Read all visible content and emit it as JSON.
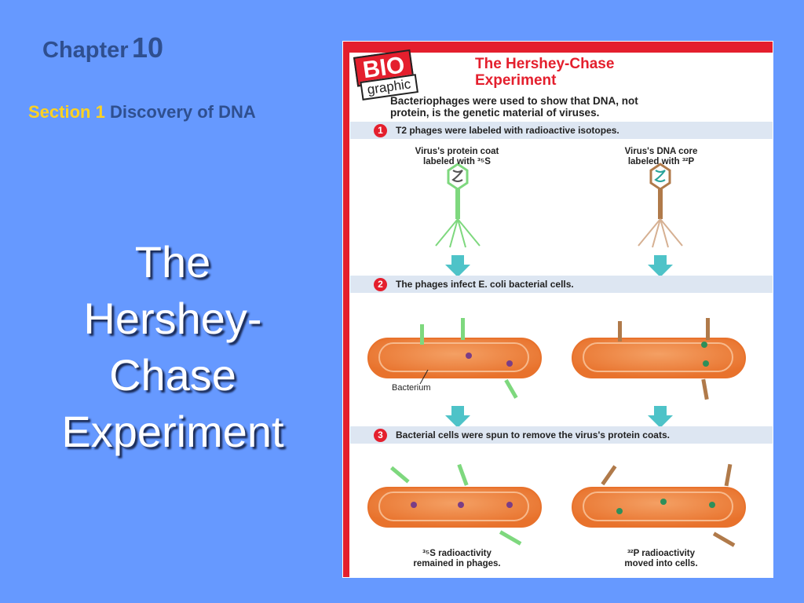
{
  "slide": {
    "chapter_word": "Chapter",
    "chapter_num": "10",
    "section_label": "Section 1",
    "section_text": "Discovery of DNA",
    "title_lines": [
      "The",
      "Hershey-",
      "Chase",
      "Experiment"
    ]
  },
  "figure": {
    "logo_top": "BIO",
    "logo_bottom": "graphic",
    "title_lines": [
      "The Hershey-Chase",
      "Experiment"
    ],
    "intro_lines": [
      "Bacteriophages were used to show that DNA, not",
      "protein, is the genetic material of viruses."
    ],
    "steps": [
      {
        "num": "1",
        "text": "T2 phages were labeled with radioactive isotopes."
      },
      {
        "num": "2",
        "text": "The phages infect E. coli bacterial cells."
      },
      {
        "num": "3",
        "text": "Bacterial cells were spun to remove the virus's protein coats."
      }
    ],
    "label_protein": [
      "Virus's protein coat",
      "labeled with ³⁵S"
    ],
    "label_dna": [
      "Virus's DNA core",
      "labeled with ³²P"
    ],
    "label_bacterium": "Bacterium",
    "result_left": [
      "³⁵S radioactivity",
      "remained in phages."
    ],
    "result_right": [
      "³²P radioactivity",
      "moved into cells."
    ],
    "colors": {
      "accent_red": "#e41f2d",
      "cell": "#e8722c",
      "phage_green": "#7ed87e",
      "phage_brown": "#b07a4a",
      "arrow": "#4ec3c8",
      "slide_bg": "#6699ff"
    }
  }
}
